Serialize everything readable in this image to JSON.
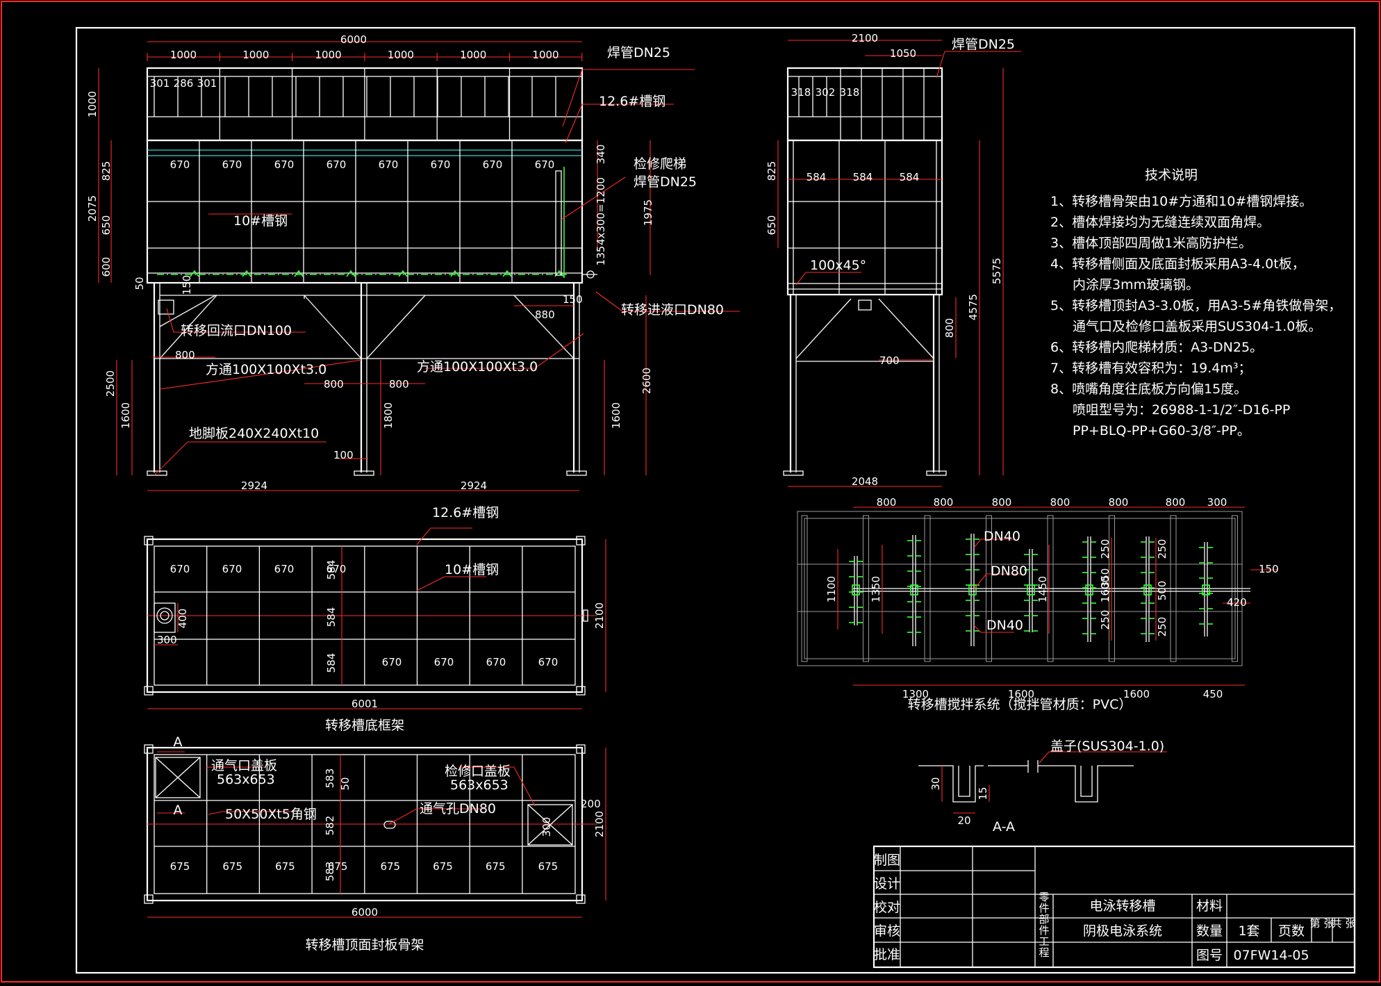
{
  "views": {
    "front": {
      "labels": {
        "weld_pipe": "焊管DN25",
        "channel_12_6": "12.6#槽钢",
        "ladder": "检修爬梯",
        "weld_pipe2": "焊管DN25",
        "channel_10": "10#槽钢",
        "inlet": "转移进液口DN80",
        "return_port": "转移回流口DN100",
        "tube_left": "方通100X100Xt3.0",
        "tube_right": "方通100X100Xt3.0",
        "base_plate": "地脚板240X240Xt10"
      },
      "dims": {
        "total_width": "6000",
        "top_segments": [
          "1000",
          "1000",
          "1000",
          "1000",
          "1000",
          "1000"
        ],
        "cells": [
          "301",
          "286",
          "301"
        ],
        "panels": [
          "670",
          "670",
          "670",
          "670",
          "670",
          "670",
          "670",
          "670"
        ],
        "h_rail": "1000",
        "h_825": "825",
        "h_650": "650",
        "h_600": "600",
        "h_2075": "2075",
        "h_2500": "2500",
        "h_1600": "1600",
        "h_1800": "1800",
        "h_1600b": "1600",
        "h_2600": "2600",
        "h_1975": "1975",
        "h_340": "340",
        "h_spacing": "4x300=1200",
        "h_135": "135",
        "d_50": "50",
        "d_150": "150",
        "d_150b": "150",
        "d_800_left": "800",
        "d_800a": "800",
        "d_800b": "800",
        "d_880": "880",
        "d_100": "100",
        "bottom_left": "2924",
        "bottom_right": "2924"
      }
    },
    "side": {
      "labels": {
        "weld_pipe": "焊管DN25",
        "chamfer": "100x45°"
      },
      "dims": {
        "total_width": "2100",
        "half": "1050",
        "cells": [
          "318",
          "302",
          "318"
        ],
        "panels": [
          "584",
          "584",
          "584"
        ],
        "h_825": "825",
        "h_650": "650",
        "h_800": "800",
        "d_700": "700",
        "h_4575": "4575",
        "h_5575": "5575",
        "bottom": "2048"
      }
    },
    "bottom_frame": {
      "caption": "转移槽底框架",
      "labels": {
        "channel_12_6": "12.6#槽钢",
        "channel_10": "10#槽钢"
      },
      "dims": {
        "top_panels": [
          "670",
          "670",
          "670",
          "670"
        ],
        "bottom_panels": [
          "670",
          "670",
          "670",
          "670"
        ],
        "rows": [
          "584",
          "584",
          "584"
        ],
        "total_width": "6001",
        "height": "2100",
        "d_400": "400",
        "d_300": "300"
      }
    },
    "top_cover": {
      "caption": "转移槽顶面封板骨架",
      "labels": {
        "section_a_top": "A",
        "section_a_bottom": "A",
        "vent_cover": "通气口盖板",
        "vent_cover_size": "563x653",
        "angle_steel": "50X50Xt5角钢",
        "access_cover": "检修口盖板",
        "access_cover_size": "563x653",
        "vent_hole": "通气孔DN80"
      },
      "dims": {
        "panels": [
          "675",
          "675",
          "675",
          "675",
          "675",
          "675",
          "675",
          "675"
        ],
        "rows": [
          "583",
          "582",
          "583"
        ],
        "d_50": "50",
        "d_200": "200",
        "d_300": "300",
        "total_width": "6000",
        "height": "2100"
      }
    },
    "agitation": {
      "caption": "转移槽搅拌系统（搅拌管材质：PVC）",
      "labels": {
        "dn40_top": "DN40",
        "dn80": "DN80",
        "dn40_bottom": "DN40"
      },
      "dims": {
        "top": [
          "800",
          "800",
          "800",
          "800",
          "800",
          "800",
          "300"
        ],
        "bottom": [
          "1300",
          "1600",
          "1600",
          "450"
        ],
        "h_1100": "1100",
        "h_1350": "1350",
        "h_1450": "1450",
        "h_1600": "1600",
        "h_250a": "250",
        "h_350": "350",
        "h_250b": "250",
        "h_250c": "250",
        "h_500": "500",
        "h_250d": "250",
        "d_150": "150",
        "d_420": "420"
      }
    },
    "section_aa": {
      "caption": "A-A",
      "lid": "盖子(SUS304-1.0)",
      "d_30": "30",
      "d_15": "15",
      "d_20": "20"
    }
  },
  "notes": {
    "title": "技术说明",
    "lines": [
      "1、转移槽骨架由10#方通和10#槽钢焊接。",
      "2、槽体焊接均为无缝连续双面角焊。",
      "3、槽体顶部四周做1米高防护栏。",
      "4、转移槽侧面及底面封板采用A3-4.0t板，",
      "内涂厚3mm玻璃钢。",
      "5、转移槽顶封A3-3.0板，用A3-5#角铁做骨架，",
      "通气口及检修口盖板采用SUS304-1.0板。",
      "6、转移槽内爬梯材质：A3-DN25。",
      "7、转移槽有效容积为：19.4m³；",
      "8、喷嘴角度往底板方向偏15度。",
      "喷咀型号为：26988-1-1/2″-D16-PP",
      "PP+BLQ-PP+G60-3/8″-PP。"
    ]
  },
  "title_block": {
    "roles": [
      "制图",
      "设计",
      "校对",
      "审核",
      "批准"
    ],
    "category": "零件部件工程",
    "part_name": "电泳转移槽",
    "system_name": "阴极电泳系统",
    "material_label": "材料",
    "quantity_label": "数量",
    "quantity_value": "1套",
    "pages_label": "页数",
    "sheet_of": "第 张",
    "sheet_total": "共 张",
    "drawing_no_label": "图号",
    "drawing_no": "07FW14-05"
  }
}
